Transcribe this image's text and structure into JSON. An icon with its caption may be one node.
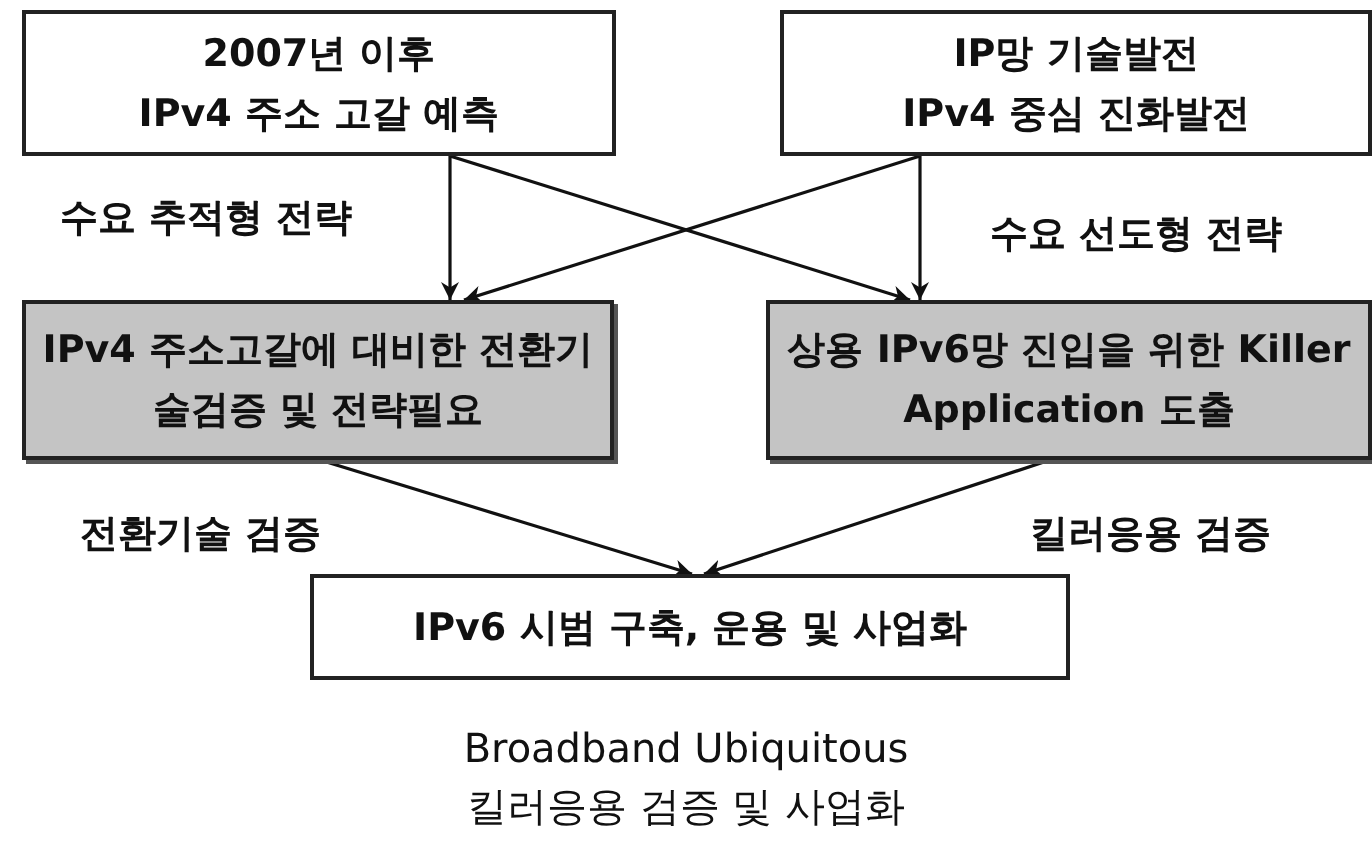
{
  "diagram": {
    "nodes": [
      {
        "text": [
          "2007년 이후",
          "IPv4 주소 고갈 예측"
        ]
      },
      {
        "text": [
          "IP망 기술발전",
          "IPv4 중심 진화발전"
        ]
      },
      {
        "text": [
          "IPv4 주소고갈에 대비한 전환기술검증 및 전략필요"
        ]
      },
      {
        "text": [
          "상용 IPv6망 진입을 위한 Killer Application 도출"
        ]
      },
      {
        "text": [
          "IPv6 시범 구축, 운용 및 사업화"
        ]
      }
    ],
    "edges": [
      {
        "from": 0,
        "to": 2,
        "arrow": "to"
      },
      {
        "from": 0,
        "to": 3,
        "arrow": "to"
      },
      {
        "from": 1,
        "to": 3,
        "arrow": "to"
      },
      {
        "from": 1,
        "to": 2,
        "arrow": "to"
      },
      {
        "from": 2,
        "to": 4,
        "arrow": "to"
      },
      {
        "from": 3,
        "to": 4,
        "arrow": "to"
      }
    ],
    "labels": [
      "수요 추적형 전략",
      "수요 선도형 전략",
      "전환기술 검증",
      "킬러응용 검증",
      "Broadband Ubiquitous",
      "킬러응용 검증 및 사업화"
    ]
  }
}
